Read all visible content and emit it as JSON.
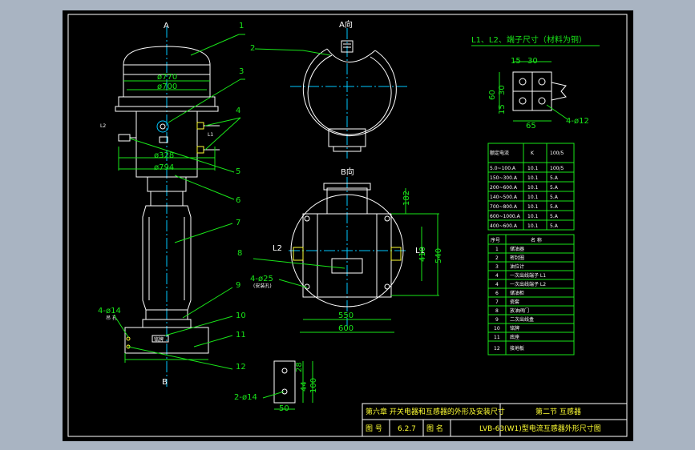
{
  "drawing": {
    "views": {
      "section_a": "A",
      "section_b": "B",
      "view_a": "A向",
      "view_b": "B向"
    },
    "dimensions": {
      "d770": "ø770",
      "d700": "ø700",
      "d328": "ø328",
      "d794": "ø794",
      "d14_left": "4-ø14",
      "d14_left_sub": "吊 孔",
      "d25": "4-ø25",
      "d25_sub": "(安装孔)",
      "d550": "550",
      "d600": "600",
      "d182": "182",
      "d410": "410",
      "d540": "540",
      "d2_14": "2-ø14",
      "d50": "50",
      "d28": "28",
      "d44": "44",
      "d100": "100",
      "t15": "15",
      "t30a": "30",
      "t60": "60",
      "t30b": "30",
      "t15b": "15",
      "t65": "65",
      "t4_12": "4-ø12"
    },
    "labels": {
      "L1": "L1",
      "L2": "L2",
      "L1b": "L1",
      "L2b": "L2"
    },
    "callouts": [
      "1",
      "2",
      "3",
      "4",
      "5",
      "6",
      "7",
      "8",
      "9",
      "10",
      "11",
      "12"
    ],
    "terminal_title": "L1、L2、端子尺寸（材料为铜）",
    "nameplate": "铭牌",
    "ratio_table": {
      "headers": [
        "额定电流",
        "K",
        "100/5"
      ],
      "rows": [
        [
          "5.0~100.A",
          "10.1",
          "100/5"
        ],
        [
          "150~300.A",
          "10.1",
          "5.A"
        ],
        [
          "200~600.A",
          "10.1",
          "5.A"
        ],
        [
          "140~500.A",
          "10.1",
          "5.A"
        ],
        [
          "700~800.A",
          "10.1",
          "5.A"
        ],
        [
          "600~1000.A",
          "10.1",
          "5.A"
        ],
        [
          "400~600.A",
          "10.1",
          "5.A"
        ]
      ]
    },
    "parts_table": {
      "headers": [
        "序号",
        "名 称"
      ],
      "rows": [
        [
          "1",
          "储油器"
        ],
        [
          "2",
          "密封圈"
        ],
        [
          "3",
          "油位计"
        ],
        [
          "4",
          "一次出线端子 L1"
        ],
        [
          "4",
          "一次出线端子 L2"
        ],
        [
          "6",
          "储油柜"
        ],
        [
          "7",
          "瓷套"
        ],
        [
          "8",
          "放油阀门"
        ],
        [
          "9",
          "二次出线盒"
        ],
        [
          "10",
          "铭牌"
        ],
        [
          "11",
          "底座"
        ],
        [
          "12",
          "接地板"
        ]
      ]
    },
    "title_block": {
      "chapter": "第六章 开关电器和互感器的外形及安装尺寸",
      "section": "第二节 互感器",
      "fig_label": "图  号",
      "fig_no": "6.2.7",
      "name_label": "图  名",
      "fig_name": "LVB-63(W1)型电流互感器外形尺寸图"
    }
  }
}
